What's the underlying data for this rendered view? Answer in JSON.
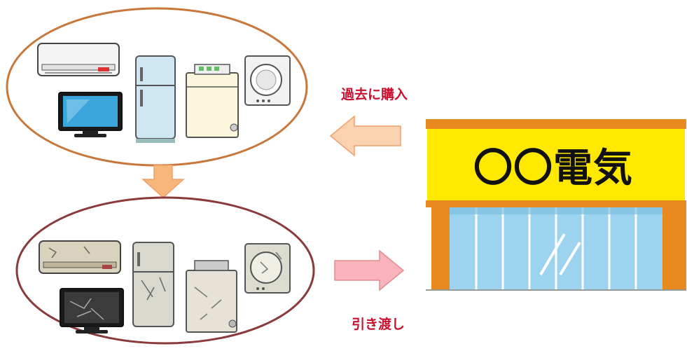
{
  "labels": {
    "purchase": "過去に購入",
    "handover": "引き渡し"
  },
  "store": {
    "sign": "〇〇電気"
  },
  "colors": {
    "new_ellipse": "#c8783a",
    "old_ellipse": "#8a3a3a",
    "arrow_fill": "#fbd2b0",
    "arrow_stroke": "#f0a06a",
    "down_arrow_fill": "#f7b77b",
    "handover_arrow_fill": "#f9b4bb",
    "label_red": "#c8102e",
    "store_orange": "#e98a20",
    "store_sign": "#ffe900",
    "store_window": "#9cd3ef"
  },
  "icons": [
    "air-conditioner-icon",
    "refrigerator-icon",
    "washing-machine-icon",
    "dryer-icon",
    "television-icon"
  ]
}
